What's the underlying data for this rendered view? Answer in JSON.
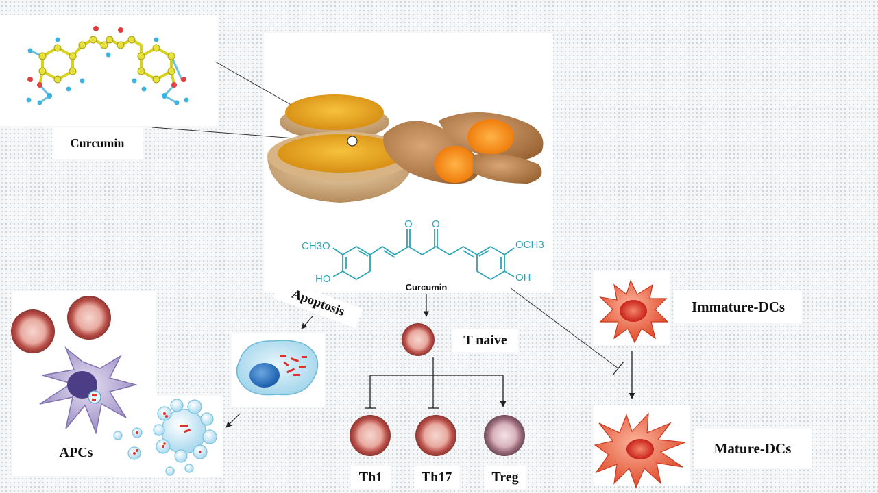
{
  "labels": {
    "curcumin_top": "Curcumin",
    "curcumin_struct": "Curcumin",
    "apoptosis": "Apoptosis",
    "t_naive": "T naive",
    "th1": "Th1",
    "th17": "Th17",
    "treg": "Treg",
    "apcs": "APCs",
    "immature_dcs": "Immature-DCs",
    "mature_dcs": "Mature-DCs"
  },
  "structure": {
    "ch3o": "CH3O",
    "och3": "OCH3",
    "ho": "HO",
    "oh": "OH",
    "o": "O"
  },
  "colors": {
    "turmeric": "#e8a21a",
    "tcell": "#c9625a",
    "dc_red": "#e34a2e",
    "apc_purple": "#9d8ec4",
    "struct_teal": "#2aa5b5"
  }
}
